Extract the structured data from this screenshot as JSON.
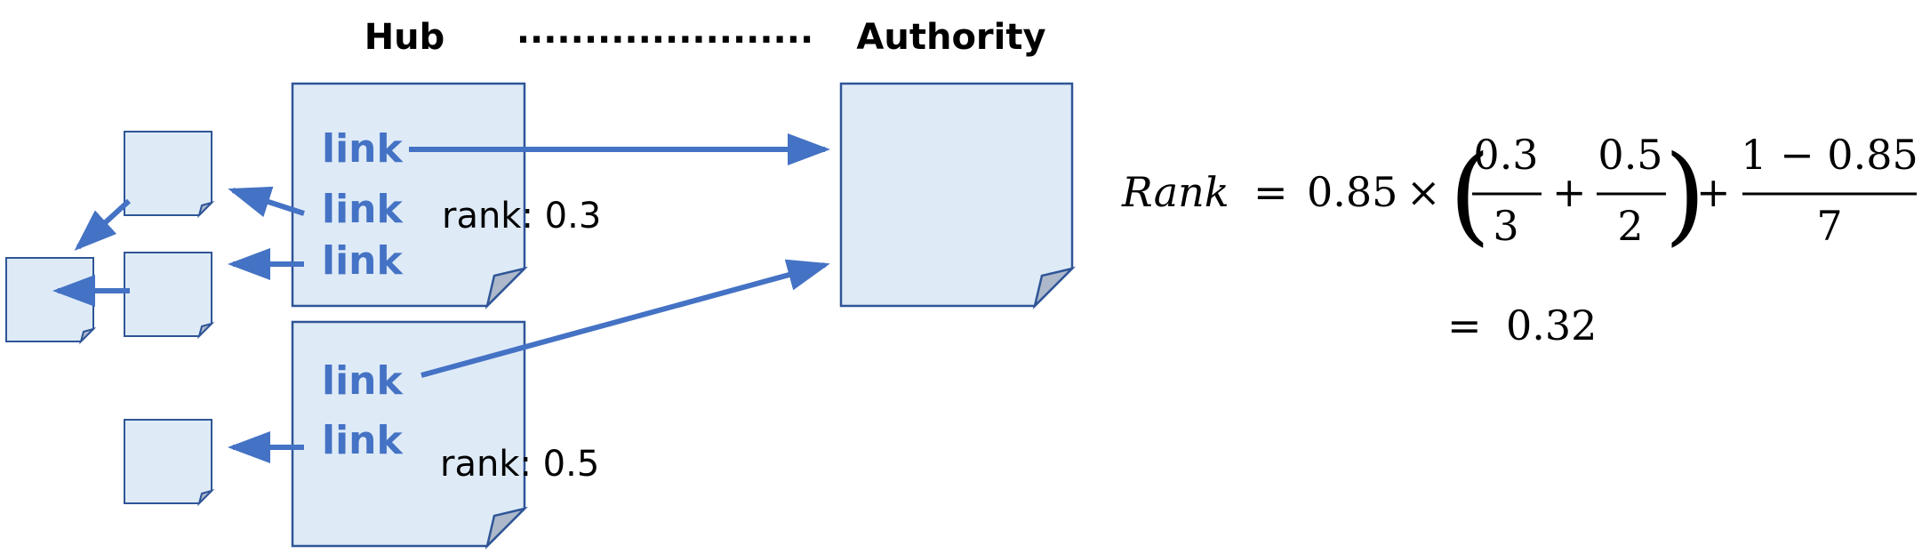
{
  "labels": {
    "hub": "Hub",
    "dots": "......................",
    "authority": "Authority",
    "link": "link",
    "rank_a": "rank: 0.3",
    "rank_b": "rank: 0.5"
  },
  "formula": {
    "lhs": "Rank",
    "eq": "=",
    "coef": "0.85",
    "times": "×",
    "lparen": "(",
    "rparen": ")",
    "frac1_num": "0.3",
    "frac1_den": "3",
    "plus": "+",
    "frac2_num": "0.5",
    "frac2_den": "2",
    "frac3_num": "1 − 0.85",
    "frac3_den": "7",
    "result": "0.32"
  },
  "colors": {
    "page_fill": "#DEEBF7",
    "page_stroke": "#2F5597",
    "fold_fill": "#ADB9CA",
    "arrow": "#4472C4"
  }
}
